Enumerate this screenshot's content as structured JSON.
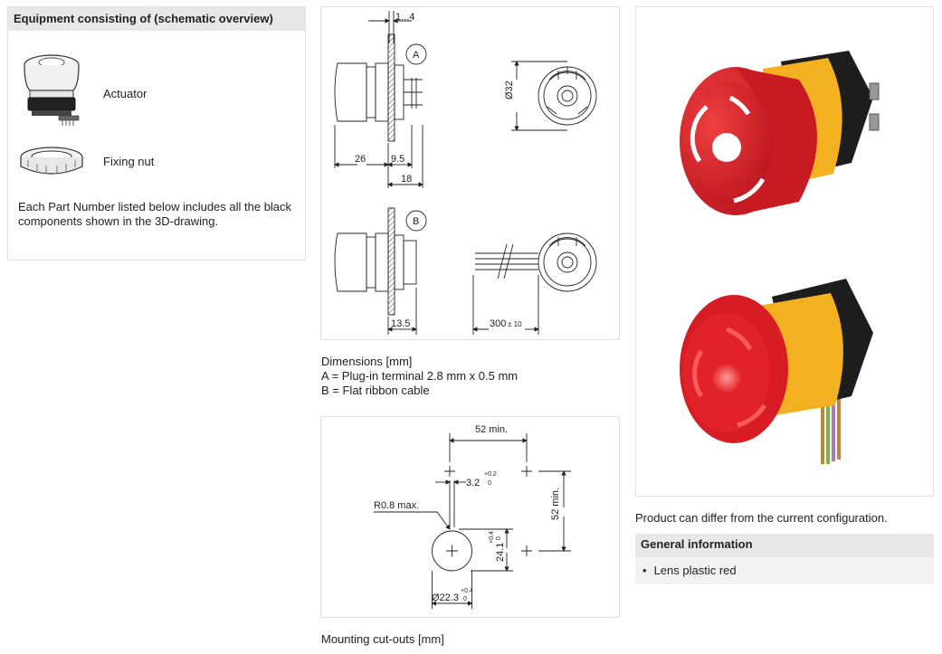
{
  "equipment": {
    "title": "Equipment consisting of (schematic overview)",
    "items": [
      {
        "label": "Actuator",
        "icon": "actuator-icon"
      },
      {
        "label": "Fixing nut",
        "icon": "fixing-nut-icon"
      }
    ],
    "description": "Each Part Number listed below includes all the black components shown in the 3D-drawing."
  },
  "dimensions_drawing": {
    "labels": {
      "gap": "1...4",
      "marker_a": "A",
      "marker_b": "B",
      "diameter": "Ø32",
      "len_26": "26",
      "len_9_5": "9.5",
      "len_18": "18",
      "len_13_5": "13.5",
      "len_300": "300",
      "tol_300": "± 10"
    },
    "caption_title": "Dimensions [mm]",
    "caption_a": "A = Plug-in terminal 2.8 mm x 0.5 mm",
    "caption_b": "B = Flat ribbon cable"
  },
  "mounting_drawing": {
    "labels": {
      "spacing_h": "52 min.",
      "spacing_v": "52 min.",
      "slot_width": "3.2",
      "slot_tol_up": "+0.2",
      "slot_tol_low": "0",
      "radius": "R0.8 max.",
      "height": "24.1",
      "height_tol_up": "+0.4",
      "height_tol_low": "0",
      "hole_dia": "Ø22.3",
      "hole_tol_up": "+0.4",
      "hole_tol_low": "0"
    },
    "caption": "Mounting cut-outs [mm]"
  },
  "product": {
    "note": "Product can differ from the current configuration.",
    "general_title": "General information",
    "general_items": [
      "Lens plastic red"
    ]
  }
}
